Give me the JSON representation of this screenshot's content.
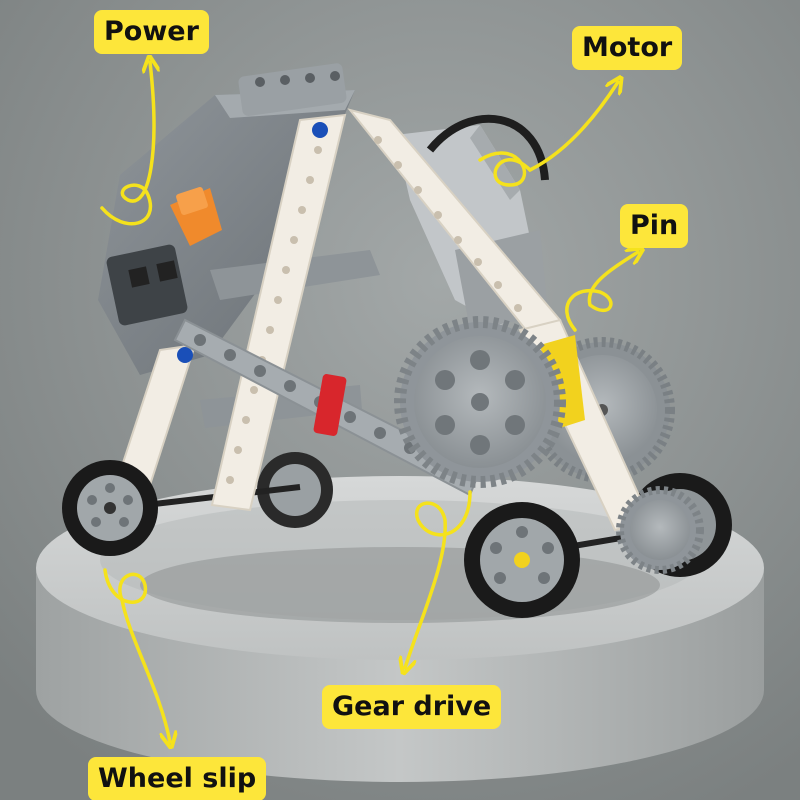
{
  "callouts": {
    "power": "Power",
    "motor": "Motor",
    "pin": "Pin",
    "gear_drive": "Gear drive",
    "wheel_slip": "Wheel slip"
  },
  "colors": {
    "background": "#8c9090",
    "pedestal": "#c9cbcb",
    "callout_fill": "#fde63a",
    "arrow": "#f5e21c",
    "beam": "#f2ede4",
    "gear_gray": "#9ea4a8",
    "battery_box": "#7d8388",
    "switch_orange": "#f08a2c",
    "tire_black": "#1a1a1a",
    "axle_red": "#d8262c",
    "pin_blue": "#1a4fb8"
  },
  "icons": {
    "main_subject": "lego-technic-walking-robot",
    "arrow": "curly-arrow"
  }
}
